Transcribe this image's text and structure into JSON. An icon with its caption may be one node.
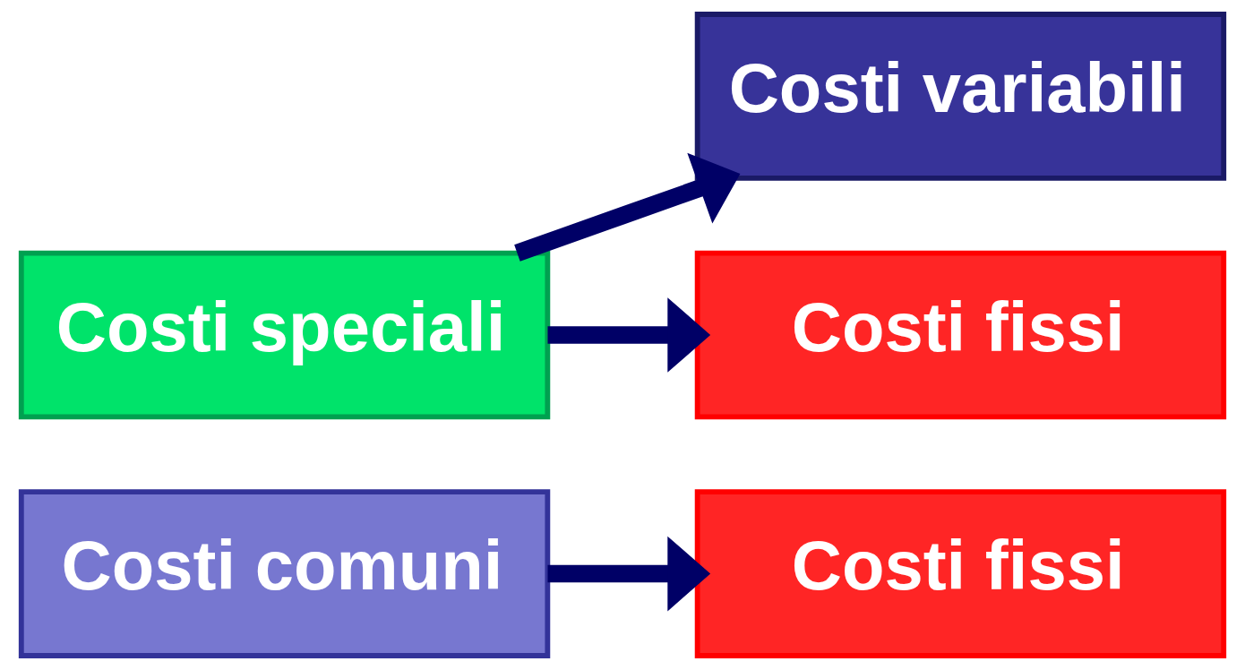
{
  "diagram": {
    "nodes": [
      {
        "text": [
          "Costi speciali"
        ]
      },
      {
        "text": [
          "Costi variabili"
        ]
      },
      {
        "text": [
          "Costi fissi"
        ]
      },
      {
        "text": [
          "Costi comuni"
        ]
      },
      {
        "text": [
          "Costi fissi"
        ]
      }
    ],
    "edges": [
      {
        "from": 0,
        "to": 1,
        "arrow": "to"
      },
      {
        "from": 0,
        "to": 2,
        "arrow": "to"
      },
      {
        "from": 3,
        "to": 4,
        "arrow": "to"
      }
    ]
  }
}
